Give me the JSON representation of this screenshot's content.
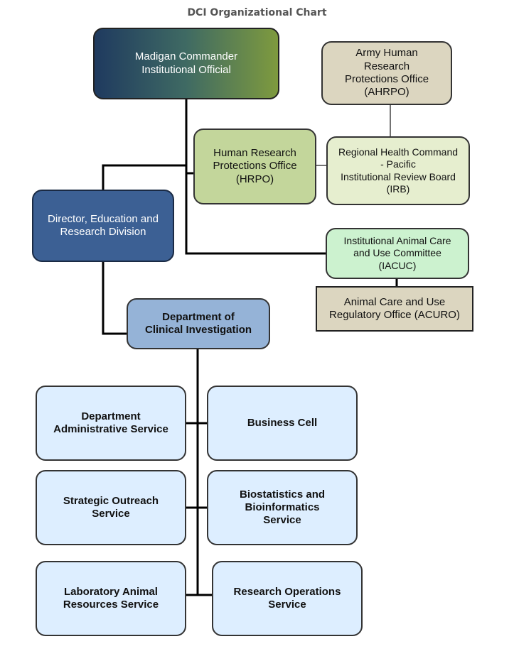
{
  "title": "DCI Organizational Chart",
  "boxes": {
    "commander": "Madigan Commander\nInstitutional Official",
    "ahrpo": "Army Human\nResearch\nProtections Office\n(AHRPO)",
    "hrpo": "Human Research\nProtections Office\n(HRPO)",
    "irb": "Regional Health Command\n- Pacific\nInstitutional Review Board\n(IRB)",
    "director": "Director, Education and\nResearch Division",
    "iacuc": "Institutional Animal Care\nand Use Committee\n(IACUC)",
    "acuro": "Animal Care and Use\nRegulatory Office (ACURO)",
    "dci": "Department of\nClinical Investigation",
    "admin": "Department\nAdministrative Service",
    "business": "Business Cell",
    "outreach": "Strategic Outreach\nService",
    "biostat": "Biostatistics and\nBioinformatics\nService",
    "lab": "Laboratory Animal\nResources Service",
    "resops": "Research Operations\nService"
  },
  "colors": {
    "commander_gradient": [
      "#1f3a5f",
      "#7e9a3e"
    ],
    "ahrpo": "#dcd6c0",
    "hrpo": "#c3d69b",
    "irb": "#e6eecf",
    "director": "#3c6094",
    "iacuc": "#ccf2cf",
    "acuro": "#dcd6c0",
    "dci": "#95b3d7",
    "services": "#ddeeff",
    "connector": "#000000"
  }
}
